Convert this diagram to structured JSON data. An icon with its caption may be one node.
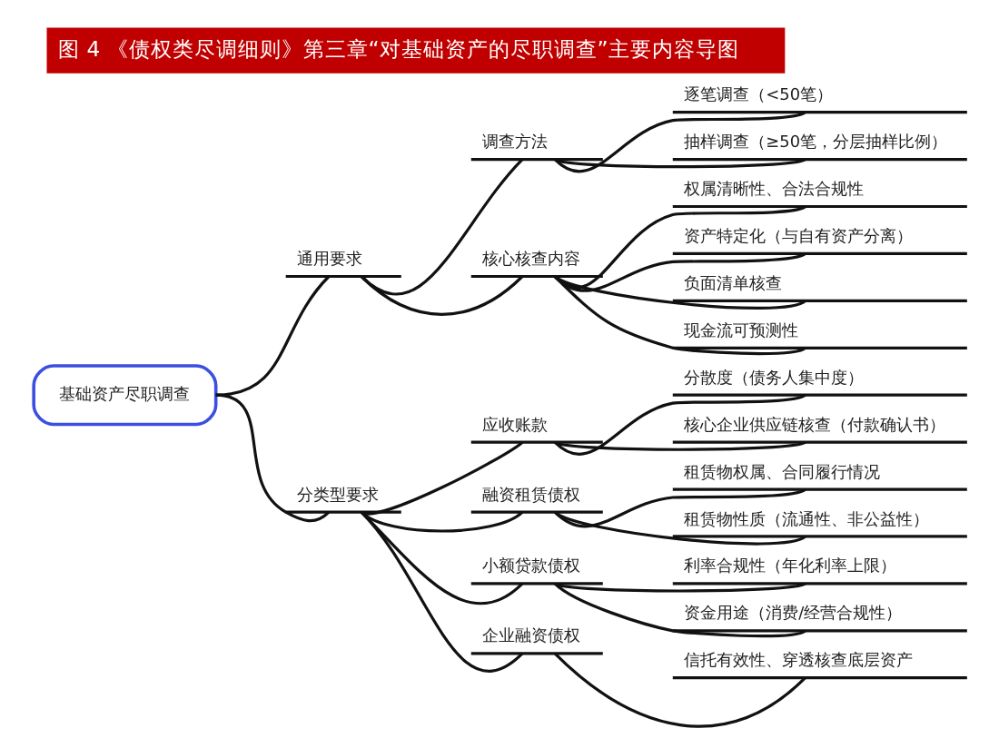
{
  "diagram": {
    "title": "图 4 《债权类尽调细则》第三章“对基础资产的尽职调查”主要内容导图",
    "nodes": [
      {
        "text": [
          "基础资产尽职调查"
        ]
      },
      {
        "text": [
          "通用要求"
        ]
      },
      {
        "text": [
          "调查方法"
        ]
      },
      {
        "text": [
          "逐笔调查（<50笔）"
        ]
      },
      {
        "text": [
          "抽样调查（≥50笔，分层抽样比例）"
        ]
      },
      {
        "text": [
          "核心核查内容"
        ]
      },
      {
        "text": [
          "权属清晰性、合法合规性"
        ]
      },
      {
        "text": [
          "资产特定化（与自有资产分离）"
        ]
      },
      {
        "text": [
          "负面清单核查"
        ]
      },
      {
        "text": [
          "现金流可预测性"
        ]
      },
      {
        "text": [
          "分类型要求"
        ]
      },
      {
        "text": [
          "应收账款"
        ]
      },
      {
        "text": [
          "分散度（债务人集中度）"
        ]
      },
      {
        "text": [
          "核心企业供应链核查（付款确认书）"
        ]
      },
      {
        "text": [
          "融资租赁债权"
        ]
      },
      {
        "text": [
          "租赁物权属、合同履行情况"
        ]
      },
      {
        "text": [
          "租赁物性质（流通性、非公益性）"
        ]
      },
      {
        "text": [
          "小额贷款债权"
        ]
      },
      {
        "text": [
          "利率合规性（年化利率上限）"
        ]
      },
      {
        "text": [
          "资金用途（消费/经营合规性）"
        ]
      },
      {
        "text": [
          "企业融资债权"
        ]
      },
      {
        "text": [
          "信托有效性、穿透核查底层资产"
        ]
      }
    ],
    "edges": [
      {
        "from": 0,
        "to": 1,
        "arrow": "none"
      },
      {
        "from": 1,
        "to": 2,
        "arrow": "none"
      },
      {
        "from": 2,
        "to": 3,
        "arrow": "none"
      },
      {
        "from": 2,
        "to": 4,
        "arrow": "none"
      },
      {
        "from": 1,
        "to": 5,
        "arrow": "none"
      },
      {
        "from": 5,
        "to": 6,
        "arrow": "none"
      },
      {
        "from": 5,
        "to": 7,
        "arrow": "none"
      },
      {
        "from": 5,
        "to": 8,
        "arrow": "none"
      },
      {
        "from": 5,
        "to": 9,
        "arrow": "none"
      },
      {
        "from": 0,
        "to": 10,
        "arrow": "none"
      },
      {
        "from": 10,
        "to": 11,
        "arrow": "none"
      },
      {
        "from": 11,
        "to": 12,
        "arrow": "none"
      },
      {
        "from": 11,
        "to": 13,
        "arrow": "none"
      },
      {
        "from": 10,
        "to": 14,
        "arrow": "none"
      },
      {
        "from": 14,
        "to": 15,
        "arrow": "none"
      },
      {
        "from": 14,
        "to": 16,
        "arrow": "none"
      },
      {
        "from": 10,
        "to": 17,
        "arrow": "none"
      },
      {
        "from": 17,
        "to": 18,
        "arrow": "none"
      },
      {
        "from": 17,
        "to": 19,
        "arrow": "none"
      },
      {
        "from": 10,
        "to": 20,
        "arrow": "none"
      },
      {
        "from": 20,
        "to": 21,
        "arrow": "none"
      }
    ]
  }
}
